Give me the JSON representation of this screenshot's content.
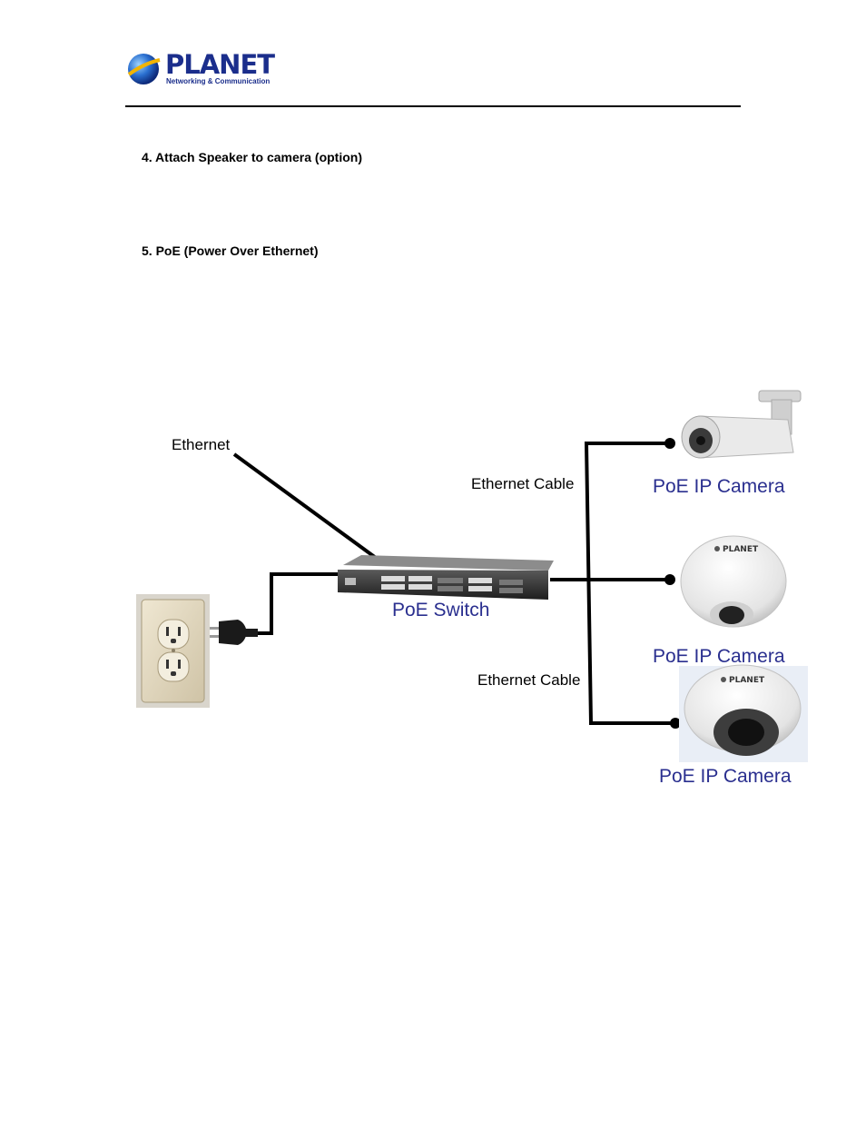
{
  "header": {
    "logo_name": "PLANET",
    "logo_tagline": "Networking & Communication"
  },
  "sections": [
    {
      "heading": "4. Attach Speaker to camera (option)"
    },
    {
      "heading": "5. PoE (Power Over Ethernet)"
    }
  ],
  "diagram": {
    "ethernet_label": "Ethernet",
    "cable_label_top": "Ethernet Cable",
    "cable_label_bottom": "Ethernet Cable",
    "switch_label": "PoE Switch",
    "camera_labels": [
      "PoE IP Camera",
      "PoE IP Camera",
      "PoE IP Camera"
    ],
    "camera_brand": "PLANET"
  },
  "colors": {
    "brand_blue": "#1b2e8c",
    "label_blue": "#2a2f8f"
  },
  "icons": [
    "planet-globe-icon",
    "wall-outlet-icon",
    "power-plug-icon",
    "poe-switch-icon",
    "bullet-camera-icon",
    "dome-camera-icon"
  ]
}
